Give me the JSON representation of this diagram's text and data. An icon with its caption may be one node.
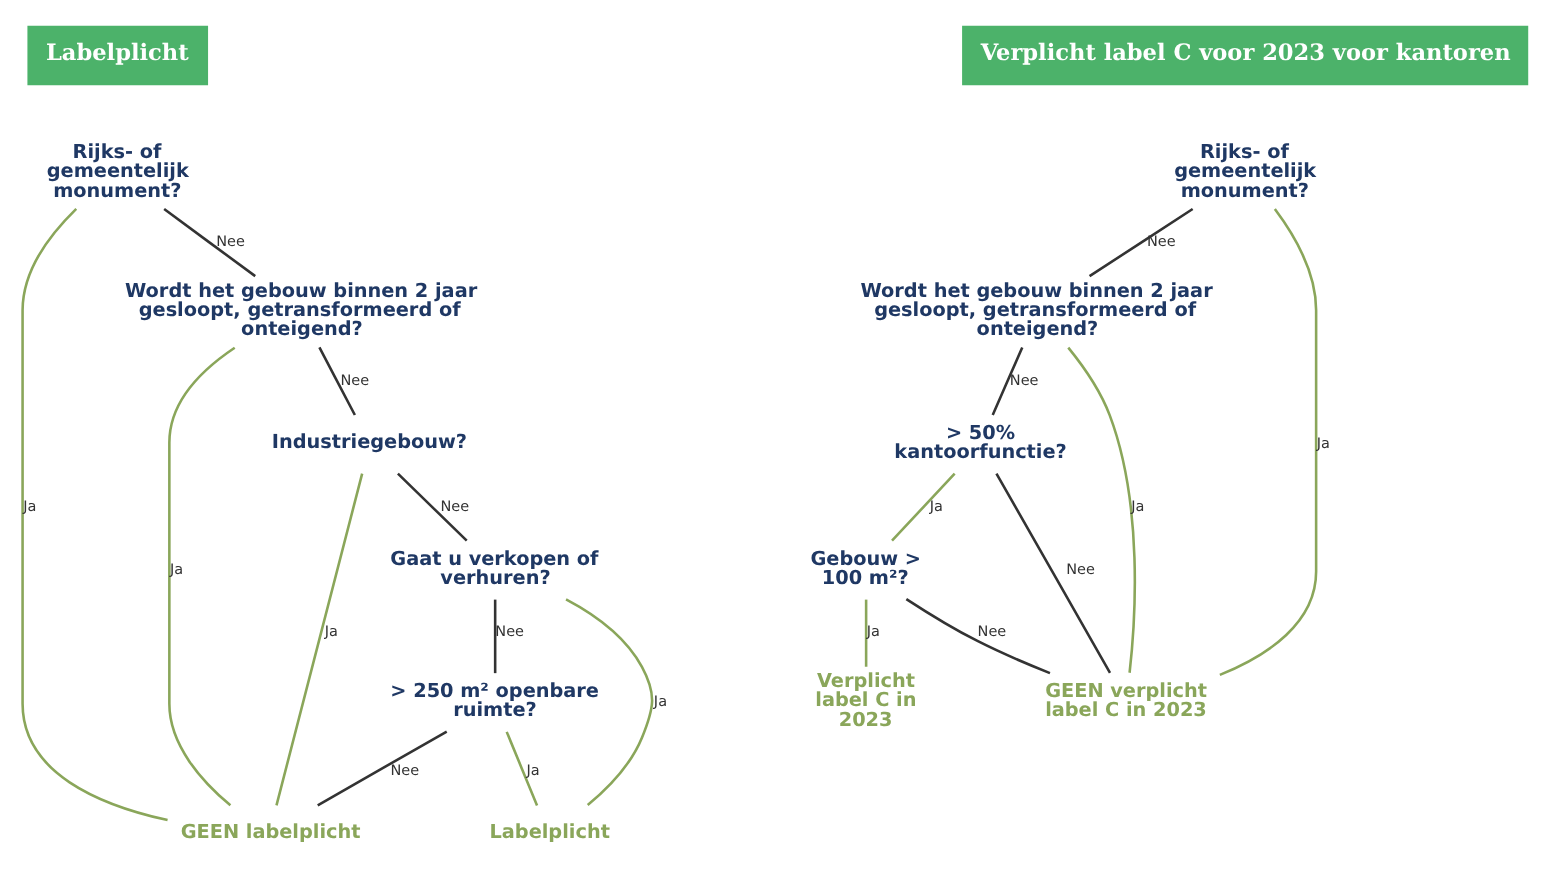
{
  "diagram": {
    "nodes": [
      {
        "text": [
          "Labelplicht"
        ]
      },
      {
        "text": [
          "Rijks- of gemeentelijk monument?"
        ]
      },
      {
        "text": [
          "Wordt het gebouw binnen 2 jaar gesloopt, getransformeerd of onteigend?"
        ]
      },
      {
        "text": [
          "Industriegebouw?"
        ]
      },
      {
        "text": [
          "Gaat u verkopen of verhuren?"
        ]
      },
      {
        "text": [
          "> 250 m² openbare ruimte?"
        ]
      },
      {
        "text": [
          "GEEN labelplicht"
        ]
      },
      {
        "text": [
          "Labelplicht"
        ]
      },
      {
        "text": [
          "Verplicht label C voor 2023 voor kantoren"
        ]
      },
      {
        "text": [
          "Rijks- of gemeentelijk monument?"
        ]
      },
      {
        "text": [
          "Wordt het gebouw binnen 2 jaar gesloopt, getransformeerd of onteigend?"
        ]
      },
      {
        "text": [
          "> 50% kantoorfunctie?"
        ]
      },
      {
        "text": [
          "Gebouw > 100 m²?"
        ]
      },
      {
        "text": [
          "GEEN verplicht label C in 2023"
        ]
      },
      {
        "text": [
          "Verplicht label C in 2023"
        ]
      }
    ],
    "edges": [
      {
        "from": 1,
        "to": 2,
        "arrow": "none",
        "label": "Nee"
      },
      {
        "from": 1,
        "to": 6,
        "arrow": "none",
        "label": "Ja",
        "color": "#8aa65a"
      },
      {
        "from": 2,
        "to": 6,
        "arrow": "none",
        "label": "Ja",
        "color": "#8aa65a"
      },
      {
        "from": 2,
        "to": 3,
        "arrow": "none",
        "label": "Nee"
      },
      {
        "from": 3,
        "to": 6,
        "arrow": "none",
        "label": "Ja",
        "color": "#8aa65a"
      },
      {
        "from": 3,
        "to": 4,
        "arrow": "none",
        "label": "Nee"
      },
      {
        "from": 4,
        "to": 5,
        "arrow": "none",
        "label": "Nee"
      },
      {
        "from": 4,
        "to": 7,
        "arrow": "none",
        "label": "Ja",
        "color": "#8aa65a"
      },
      {
        "from": 5,
        "to": 6,
        "arrow": "none",
        "label": "Nee"
      },
      {
        "from": 5,
        "to": 7,
        "arrow": "none",
        "label": "Ja",
        "color": "#8aa65a"
      },
      {
        "from": 9,
        "to": 10,
        "arrow": "none",
        "label": "Nee"
      },
      {
        "from": 9,
        "to": 13,
        "arrow": "none",
        "label": "Ja",
        "color": "#8aa65a"
      },
      {
        "from": 10,
        "to": 13,
        "arrow": "none",
        "label": "Ja",
        "color": "#8aa65a"
      },
      {
        "from": 10,
        "to": 11,
        "arrow": "none",
        "label": "Nee"
      },
      {
        "from": 11,
        "to": 13,
        "arrow": "none",
        "label": "Nee"
      },
      {
        "from": 11,
        "to": 12,
        "arrow": "none",
        "label": "Ja",
        "color": "#8aa65a"
      },
      {
        "from": 12,
        "to": 13,
        "arrow": "none",
        "label": "Nee"
      },
      {
        "from": 12,
        "to": 14,
        "arrow": "none",
        "label": "Ja",
        "color": "#8aa65a"
      }
    ]
  }
}
